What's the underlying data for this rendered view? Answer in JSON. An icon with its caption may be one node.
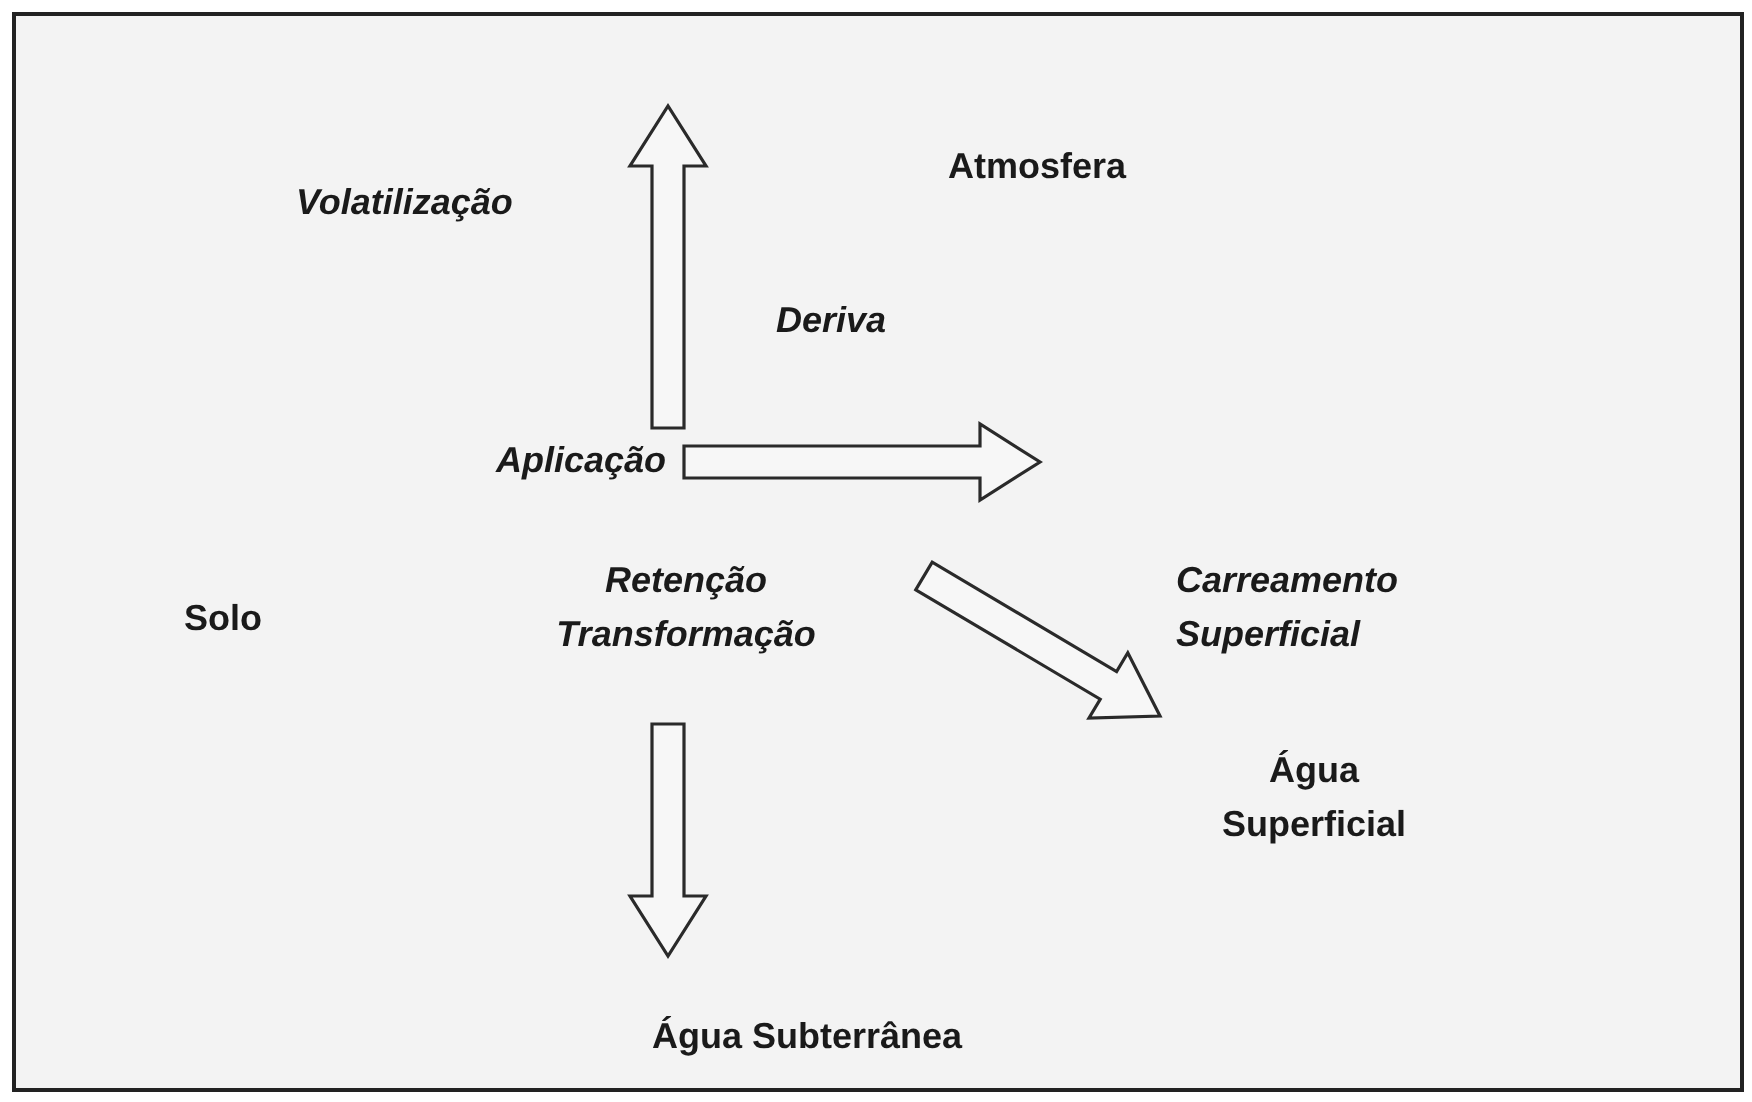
{
  "diagram": {
    "nodes": [
      {
        "text": [
          "Atmosfera"
        ]
      },
      {
        "text": [
          "Aplicação"
        ]
      },
      {
        "text": [
          "Solo"
        ]
      },
      {
        "text": [
          "Retenção Transformação"
        ]
      },
      {
        "text": [
          "Água Superficial"
        ]
      },
      {
        "text": [
          "Água Subterrânea"
        ]
      }
    ],
    "edges": [
      {
        "from": 1,
        "to": null,
        "arrow": "to",
        "label": "Volatilização"
      },
      {
        "from": 1,
        "to": null,
        "arrow": "to",
        "label": "Deriva"
      },
      {
        "from": 3,
        "to": 4,
        "arrow": "to",
        "label": "Carreamento Superficial"
      },
      {
        "from": 3,
        "to": 5,
        "arrow": "to"
      }
    ]
  }
}
